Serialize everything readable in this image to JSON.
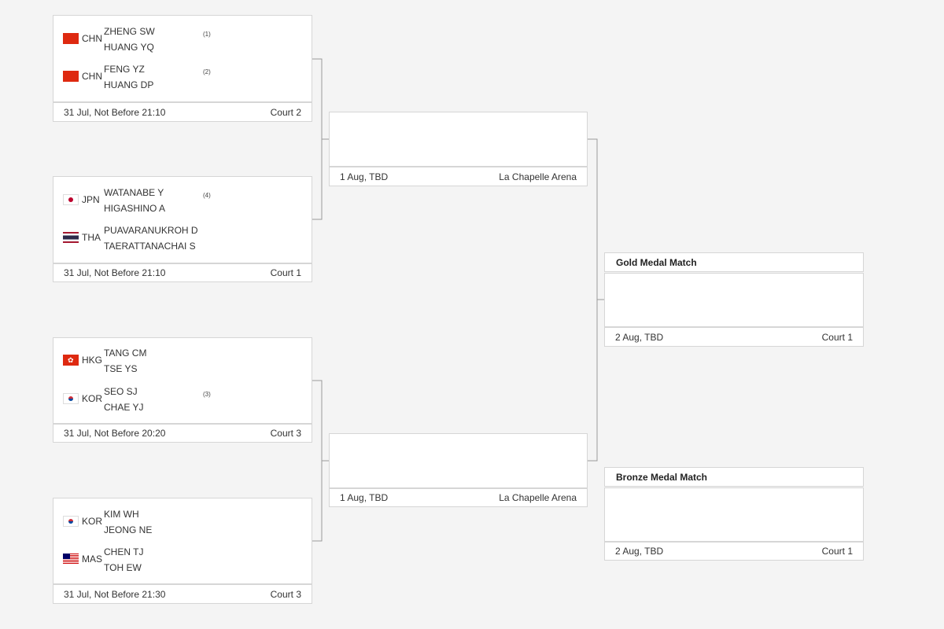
{
  "round1": [
    {
      "teams": [
        {
          "code": "CHN",
          "flag": "chn",
          "players": [
            "ZHENG SW",
            "HUANG YQ"
          ],
          "seed": "(1)"
        },
        {
          "code": "CHN",
          "flag": "chn",
          "players": [
            "FENG YZ",
            "HUANG DP"
          ],
          "seed": "(2)"
        }
      ],
      "schedule": "31 Jul, Not Before 21:10",
      "venue": "Court 2"
    },
    {
      "teams": [
        {
          "code": "JPN",
          "flag": "jpn",
          "players": [
            "WATANABE Y",
            "HIGASHINO A"
          ],
          "seed": "(4)"
        },
        {
          "code": "THA",
          "flag": "tha",
          "players": [
            "PUAVARANUKROH D",
            "TAERATTANACHAI S"
          ],
          "seed": ""
        }
      ],
      "schedule": "31 Jul, Not Before 21:10",
      "venue": "Court 1"
    },
    {
      "teams": [
        {
          "code": "HKG",
          "flag": "hkg",
          "players": [
            "TANG CM",
            "TSE YS"
          ],
          "seed": ""
        },
        {
          "code": "KOR",
          "flag": "kor",
          "players": [
            "SEO SJ",
            "CHAE YJ"
          ],
          "seed": "(3)"
        }
      ],
      "schedule": "31 Jul, Not Before 20:20",
      "venue": "Court 3"
    },
    {
      "teams": [
        {
          "code": "KOR",
          "flag": "kor",
          "players": [
            "KIM WH",
            "JEONG NE"
          ],
          "seed": ""
        },
        {
          "code": "MAS",
          "flag": "mas",
          "players": [
            "CHEN TJ",
            "TOH EW"
          ],
          "seed": ""
        }
      ],
      "schedule": "31 Jul, Not Before 21:30",
      "venue": "Court 3"
    }
  ],
  "semis": [
    {
      "schedule": "1 Aug, TBD",
      "venue": "La Chapelle Arena"
    },
    {
      "schedule": "1 Aug, TBD",
      "venue": "La Chapelle Arena"
    }
  ],
  "gold": {
    "title": "Gold Medal Match",
    "schedule": "2 Aug, TBD",
    "venue": "Court 1"
  },
  "bronze": {
    "title": "Bronze Medal Match",
    "schedule": "2 Aug, TBD",
    "venue": "Court 1"
  },
  "colors": {
    "line": "#9a9a9a",
    "border": "#d6d6d6",
    "background": "#f4f4f4"
  }
}
